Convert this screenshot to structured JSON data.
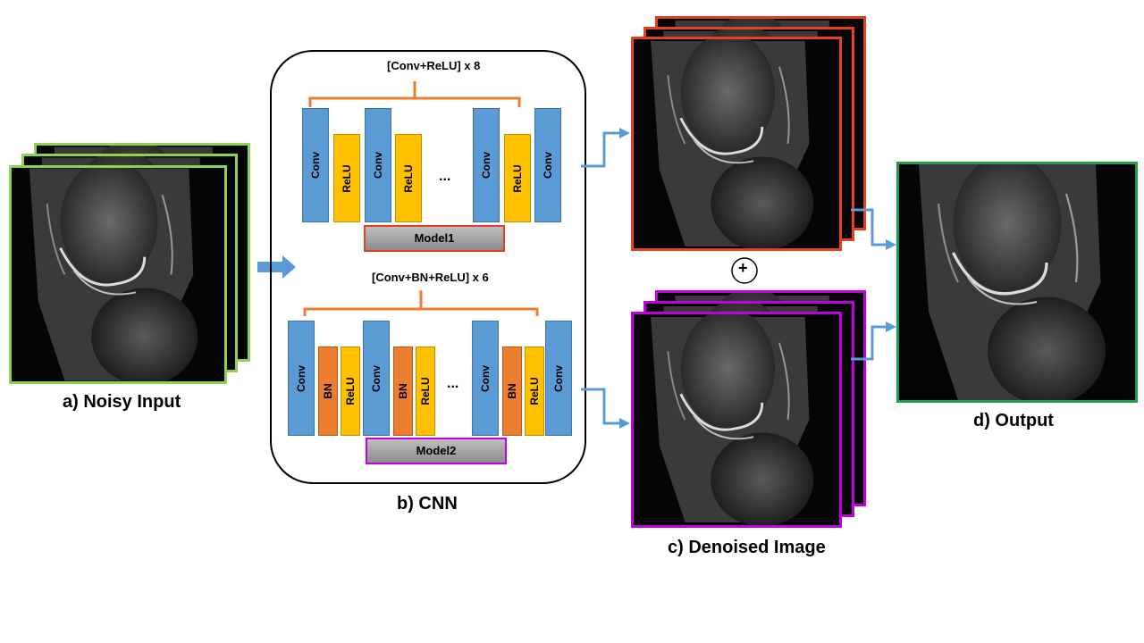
{
  "captions": {
    "noisy_input": "a) Noisy Input",
    "cnn": "b) CNN",
    "denoised": "c) Denoised Image",
    "output": "d) Output"
  },
  "model1": {
    "repeat_label": "[Conv+ReLU] x 8",
    "name": "Model1",
    "layers": [
      "Conv",
      "ReLU",
      "Conv",
      "ReLU",
      "...",
      "Conv",
      "ReLU",
      "Conv"
    ],
    "border_color": "#e8401c"
  },
  "model2": {
    "repeat_label": "[Conv+BN+ReLU] x 6",
    "name": "Model2",
    "layers": [
      "Conv",
      "BN",
      "ReLU",
      "Conv",
      "BN",
      "ReLU",
      "...",
      "Conv",
      "BN",
      "ReLU",
      "Conv"
    ],
    "border_color": "#c000e0"
  },
  "plus_symbol": "+",
  "colors": {
    "input_border": "#92d050",
    "output_border": "#1e9e4a",
    "arrow": "#5b9bd5",
    "brace": "#ed7d31",
    "conv": "#5b9bd5",
    "relu": "#ffc000",
    "bn": "#ed7d31"
  }
}
